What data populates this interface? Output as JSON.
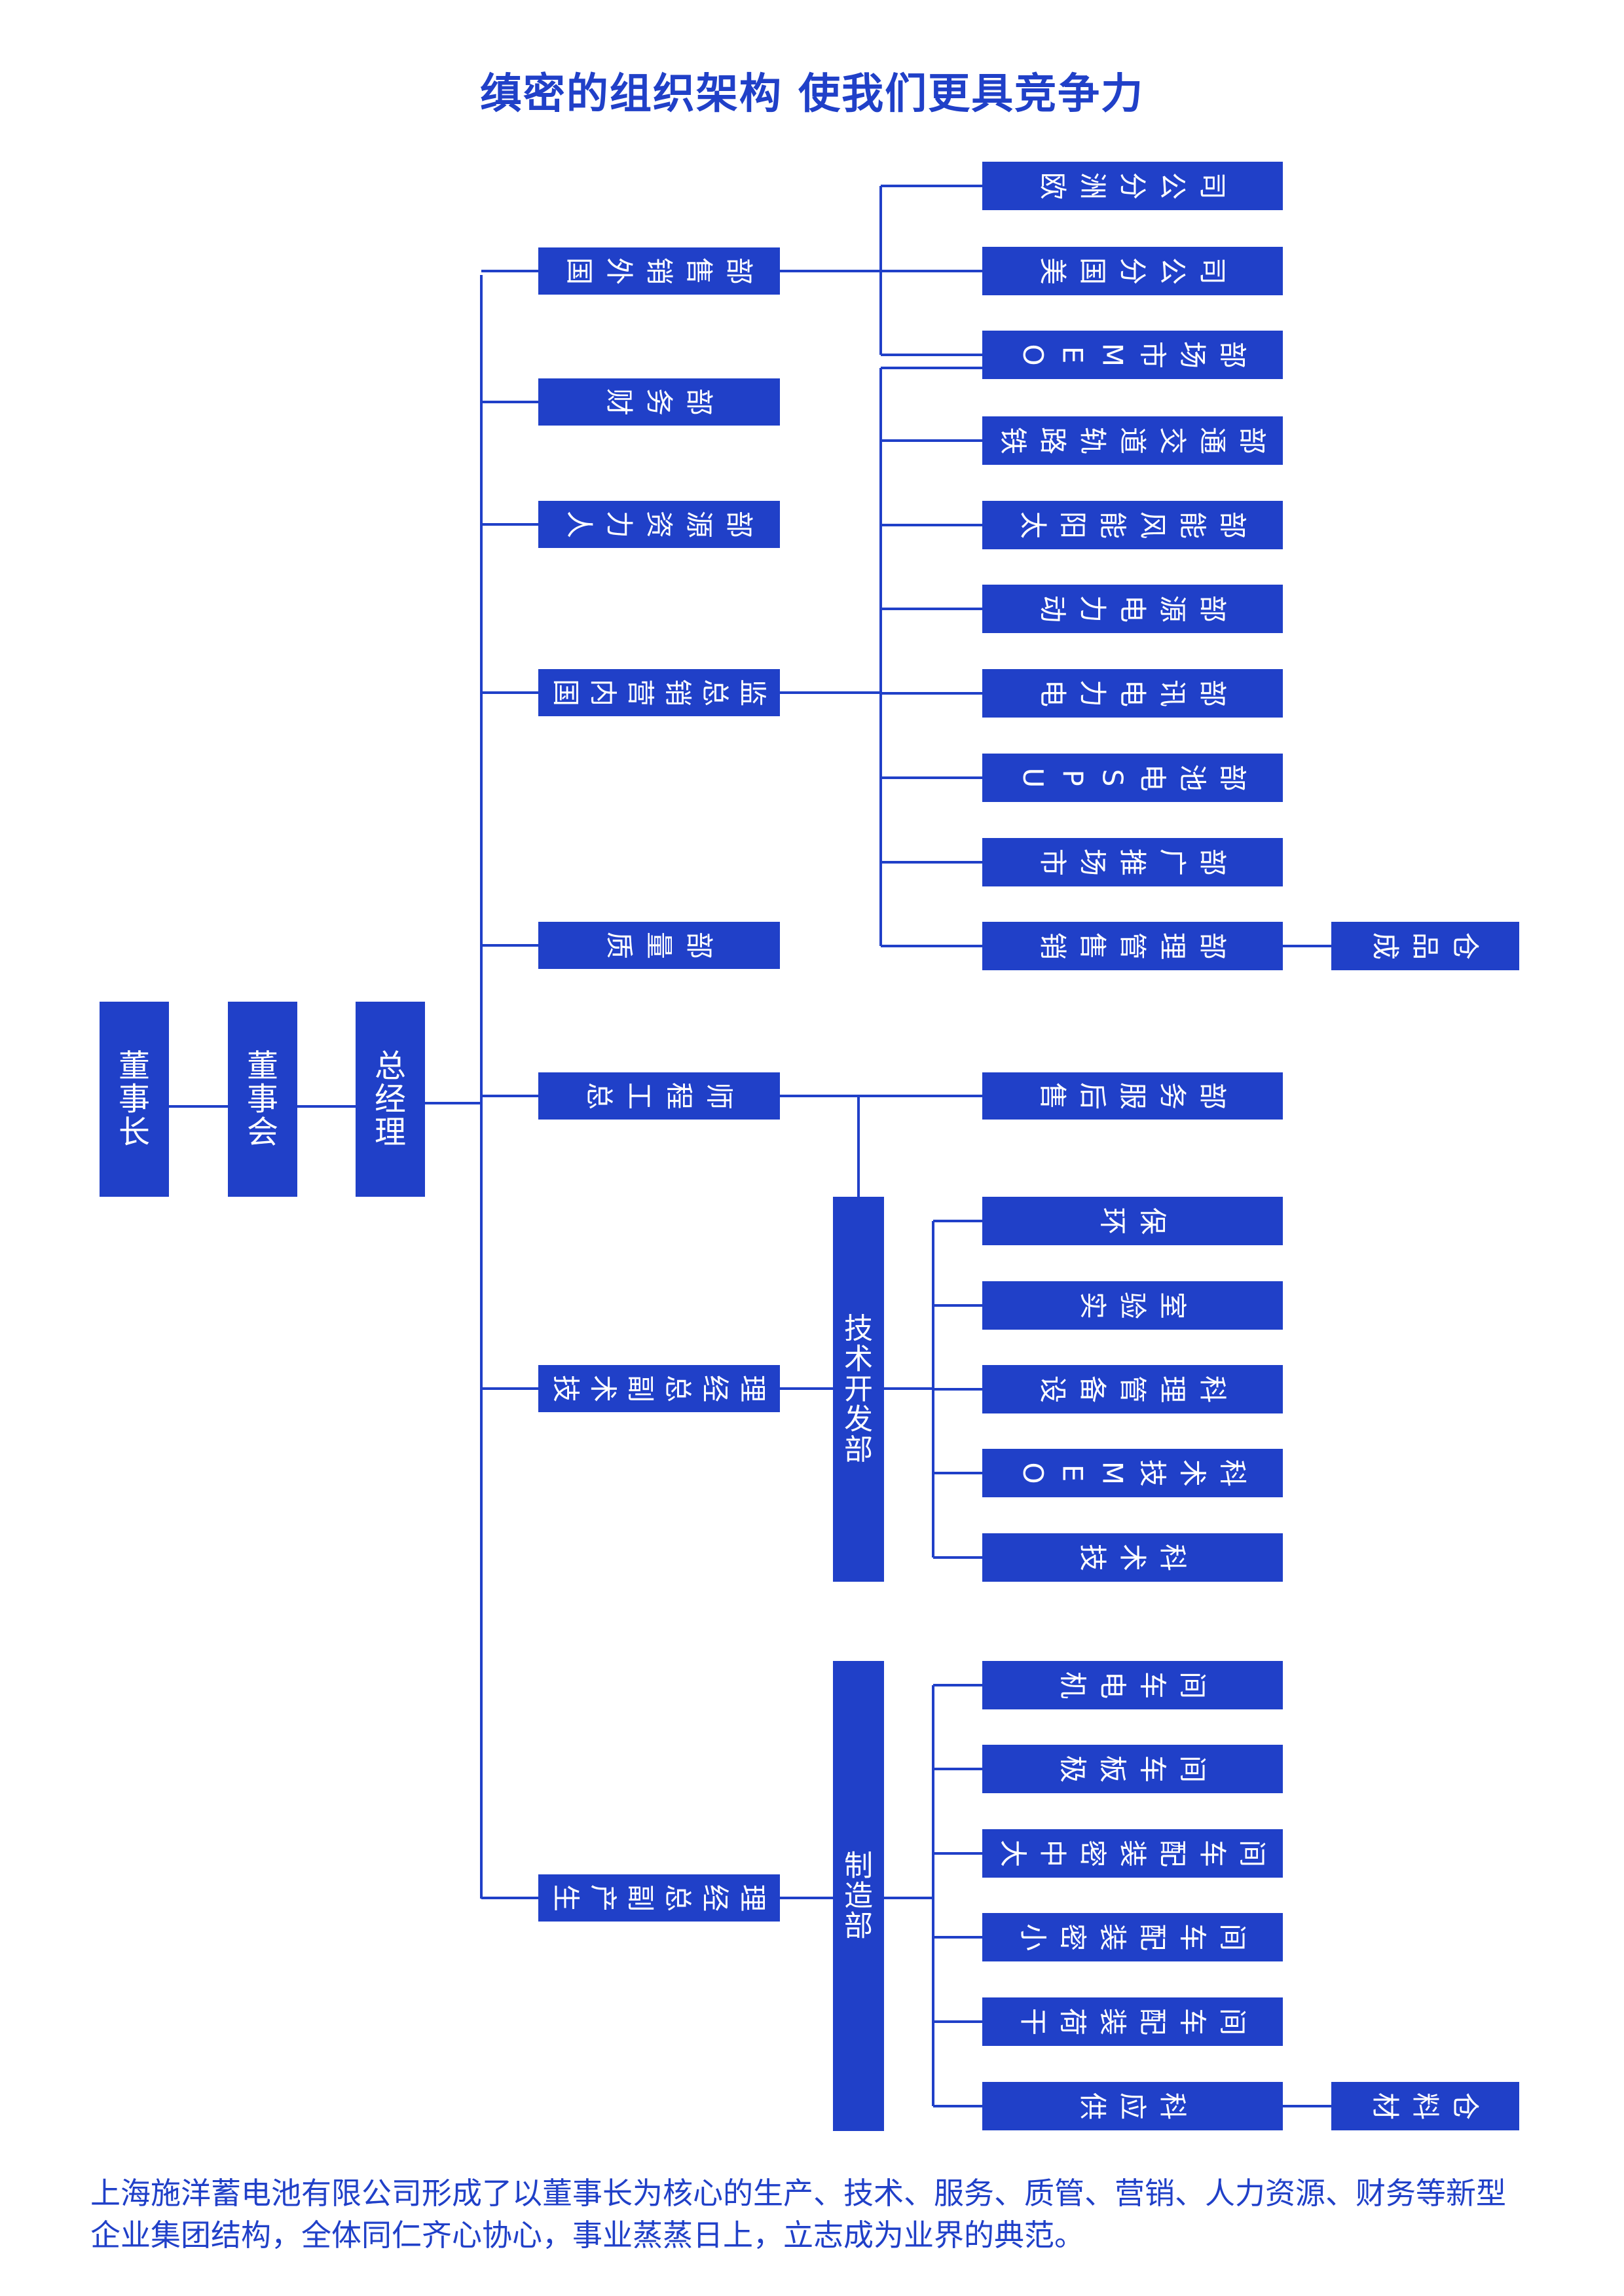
{
  "title": "缜密的组织架构   使我们更具竞争力",
  "chairman": "董事长",
  "board": "董事会",
  "general_manager": "总经理",
  "departments": {
    "foreign_sales": "国外销售部",
    "finance": "财务部",
    "hr": "人力资源部",
    "domestic_marketing": "国内营销总监",
    "quality": "质量部",
    "chief_engineer": "总工程师",
    "tech_vp": "技术副总经理",
    "production_vp": "生产副总经理"
  },
  "foreign_branches": [
    "欧洲分公司",
    "美国分公司",
    "OEM市场部"
  ],
  "domestic_units": [
    "铁路轨道交通部",
    "太阳能风能部",
    "动力电源部",
    "电力电讯部",
    "UPS电池部",
    "市场推广部",
    "销售管理部"
  ],
  "finished_warehouse": "成品仓",
  "after_sales": "售后服务部",
  "tech_dev": "技术开发部",
  "tech_units": [
    "环保",
    "实验室",
    "设备管理科",
    "OEM技术科",
    "技术科"
  ],
  "manufacturing": "制造部",
  "mfg_units": [
    "机电车间",
    "极板车间",
    "大中密装配车间",
    "小密装配车间",
    "干荷装配车间",
    "供应科"
  ],
  "material_warehouse": "材料仓",
  "footer": {
    "line1": "上海施洋蓄电池有限公司形成了以董事长为核心的生产、技术、服务、质管、营销、人力资源、财务等新型",
    "line2": "企业集团结构，全体同仁齐心协心，事业蒸蒸日上，立志成为业界的典范。"
  },
  "colors": {
    "box": "#2040c8",
    "line": "#2040c8",
    "text": "#ffffff",
    "title": "#2040c8"
  }
}
